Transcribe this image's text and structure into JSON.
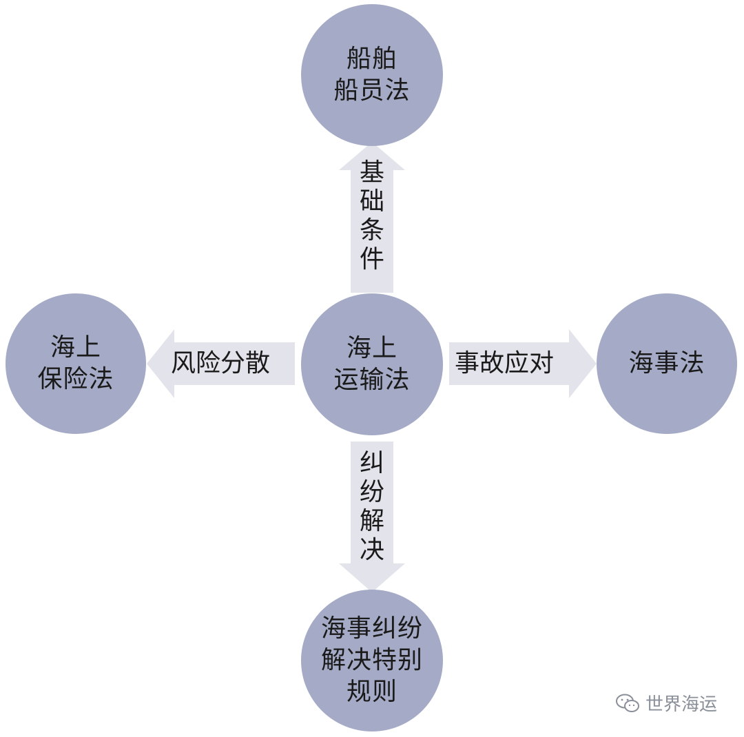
{
  "nodes": {
    "center": {
      "line1": "海上",
      "line2": "运输法"
    },
    "top": {
      "line1": "船舶",
      "line2": "船员法"
    },
    "left": {
      "line1": "海上",
      "line2": "保险法"
    },
    "right": {
      "line1": "海事法"
    },
    "bottom": {
      "line1": "海事纠纷",
      "line2": "解决特别",
      "line3": "规则"
    }
  },
  "arrows": {
    "up": {
      "chars": [
        "基",
        "础",
        "条",
        "件"
      ]
    },
    "left": {
      "label": "风险分散"
    },
    "right": {
      "label": "事故应对"
    },
    "down": {
      "chars": [
        "纠",
        "纷",
        "解",
        "决"
      ]
    }
  },
  "watermark": {
    "text": "世界海运",
    "icon": "wechat-icon"
  },
  "colors": {
    "circle": "#a5abc6",
    "arrow": "#e3e4eb",
    "text": "#1a1a1a"
  }
}
